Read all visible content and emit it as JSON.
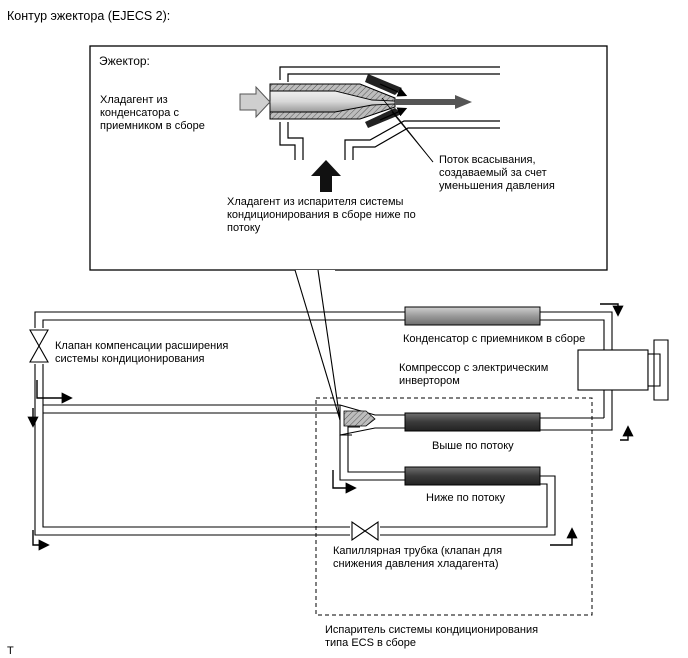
{
  "title": "Контур эжектора (EJECS 2):",
  "callout": {
    "heading": "Эжектор:",
    "inlet_label": "Хладагент из\nконденсатора с\nприемником в сборе",
    "suction_label": "Поток всасывания,\nсоздаваемый за счет\nуменьшения давления",
    "evap_label": "Хладагент из испарителя системы\nкондиционирования в сборе ниже по\nпотоку"
  },
  "labels": {
    "expansion_valve": "Клапан компенсации расширения\nсистемы кондиционирования",
    "condenser": "Конденсатор с приемником в сборе",
    "compressor": "Компрессор с электрическим\nинвертором",
    "upstream": "Выше по потоку",
    "downstream": "Ниже по потоку",
    "capillary": "Капиллярная трубка (клапан для\nснижения давления хладагента)",
    "evaporator": "Испаритель системы кондиционирования\nтипа ECS в сборе"
  },
  "footer_mark": "T"
}
